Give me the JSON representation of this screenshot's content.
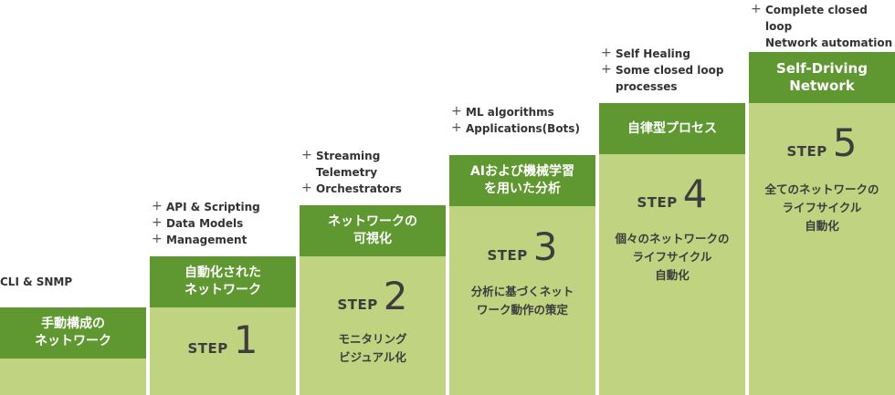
{
  "colors": {
    "stair_fill": "#bfd381",
    "header_fill": "#5f9830",
    "header_text": "#ffffff",
    "body_text": "#3d3d3d"
  },
  "step_word": "STEP",
  "level0": {
    "label": "CLI & SNMP",
    "header": "手動構成の\nネットワーク"
  },
  "steps": [
    {
      "number": "1",
      "header": "自動化された\nネットワーク",
      "description": "",
      "notes": [
        "API & Scripting",
        "Data Models",
        "Management"
      ]
    },
    {
      "number": "2",
      "header": "ネットワークの\n可視化",
      "description": "モニタリング\nビジュアル化",
      "notes": [
        "Streaming\nTelemetry",
        "Orchestrators"
      ]
    },
    {
      "number": "3",
      "header": "AIおよび機械学習\nを用いた分析",
      "description": "分析に基づくネット\nワーク動作の策定",
      "notes": [
        "ML algorithms",
        "Applications(Bots)"
      ]
    },
    {
      "number": "4",
      "header": "自律型プロセス",
      "description": "個々のネットワークの\nライフサイクル\n自動化",
      "notes": [
        "Self Healing",
        "Some closed loop\nprocesses"
      ]
    },
    {
      "number": "5",
      "header": "Self-Driving\nNetwork",
      "description": "全てのネットワークの\nライフサイクル\n自動化",
      "notes": [
        "Complete closed loop\nNetwork automation"
      ]
    }
  ]
}
